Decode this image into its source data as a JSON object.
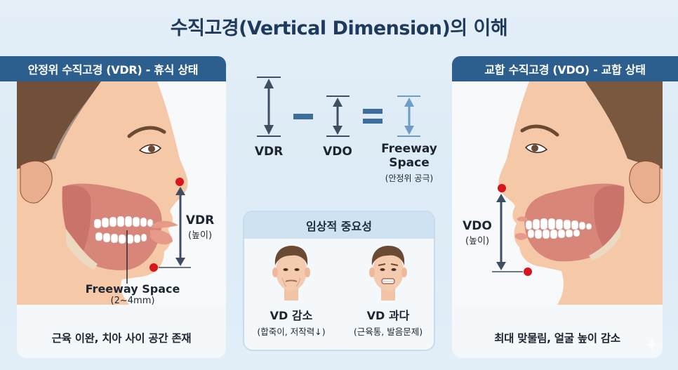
{
  "title": "수직고경(Vertical Dimension)의 이해",
  "colors": {
    "header_blue": "#2d5f8e",
    "arrow_dark": "#3e4e63",
    "arrow_light": "#6f9cc6",
    "marker_red": "#d8141c",
    "clinical_header": "#cfe2f2"
  },
  "left_panel": {
    "header": "안정위 수직고경 (VDR) - 휴식 상태",
    "measure": {
      "label": "VDR",
      "sub": "(높이)"
    },
    "freeway": {
      "label": "Freeway Space",
      "sub": "(2~4mm)"
    },
    "caption": "근육 이완, 치아 사이 공간 존재"
  },
  "right_panel": {
    "header": "교합 수직고경 (VDO) - 교합 상태",
    "measure": {
      "label": "VDO",
      "sub": "(높이)"
    },
    "caption": "최대 맞물림, 얼굴 높이 감소"
  },
  "equation": {
    "terms": [
      {
        "label": "VDR"
      },
      {
        "label": "VDO"
      },
      {
        "label": "Freeway Space",
        "line1": "Freeway",
        "line2": "Space",
        "sub": "(안정위 공극)"
      }
    ],
    "operators": [
      "-",
      "="
    ]
  },
  "clinical": {
    "header": "임상적 중요성",
    "cards": [
      {
        "title": "VD 감소",
        "sub": "(합죽이, 저작력↓)"
      },
      {
        "title": "VD 과다",
        "sub": "(근육통, 발음문제)"
      }
    ]
  }
}
